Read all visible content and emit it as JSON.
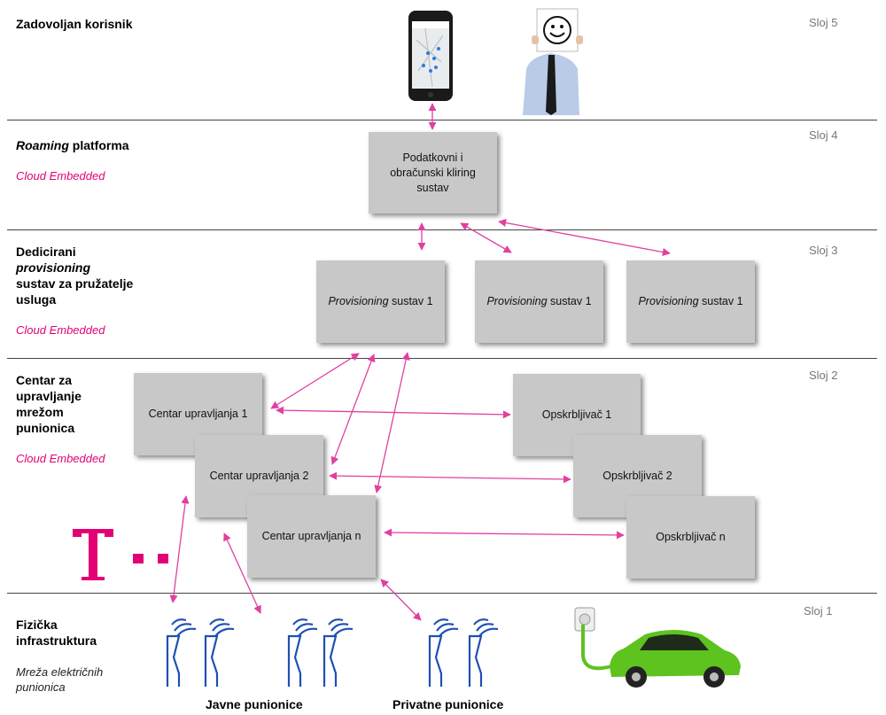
{
  "layers": {
    "sloj5": "Sloj 5",
    "sloj4": "Sloj 4",
    "sloj3": "Sloj 3",
    "sloj2": "Sloj 2",
    "sloj1": "Sloj 1"
  },
  "left_titles": {
    "layer5": "Zadovoljan korisnik",
    "layer4_italic": "Roaming",
    "layer4_rest": " platforma",
    "layer4_note": "Cloud Embedded",
    "layer3_line1": "Dedicirani",
    "layer3_line2": "provisioning",
    "layer3_line3": "sustav za pružatelje",
    "layer3_line4": "usluga",
    "layer3_note": "Cloud Embedded",
    "layer2_line1": "Centar za",
    "layer2_line2": "upravljanje",
    "layer2_line3": "mrežom",
    "layer2_line4": "punionica",
    "layer2_note": "Cloud Embedded",
    "layer1_line1": "Fizička",
    "layer1_line2": "infrastruktura",
    "layer1_note_line1": "Mreža električnih",
    "layer1_note_line2": "punionica"
  },
  "boxes": {
    "clearing_line1": "Podatkovni i",
    "clearing_line2": "obračunski kliring",
    "clearing_line3": "sustav",
    "prov_1_italic": "Provisioning",
    "prov_1_rest": " sustav 1",
    "prov_2_italic": "Provisioning",
    "prov_2_rest": " sustav 1",
    "prov_3_italic": "Provisioning",
    "prov_3_rest": " sustav 1",
    "centar_1": "Centar upravljanja 1",
    "centar_2": "Centar upravljanja 2",
    "centar_n": "Centar upravljanja n",
    "opskrb_1": "Opskrbljivač 1",
    "opskrb_2": "Opskrbljivač 2",
    "opskrb_n": "Opskrbljivač n"
  },
  "captions": {
    "javne": "Javne punionice",
    "privatne": "Privatne punionice"
  },
  "colors": {
    "accent_magenta": "#e20074",
    "arrow_pink": "#e040a0",
    "box_gray": "#c8c8c8",
    "charger_blue": "#1f4fb5",
    "car_green": "#5ec21f"
  },
  "icons": {
    "phone": "smartphone-map-icon",
    "user": "happy-user-icon",
    "logo": "telekom-logo",
    "charger": "charging-station-icon",
    "car": "electric-car-icon"
  }
}
